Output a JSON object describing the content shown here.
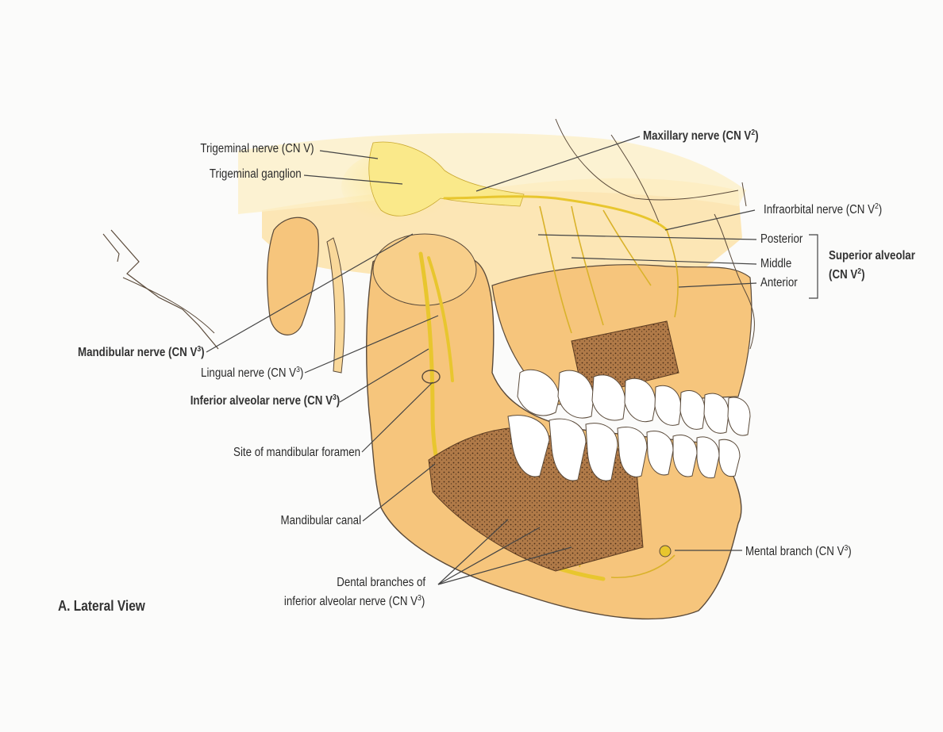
{
  "labels": {
    "trigeminal_nerve": "Trigeminal nerve (CN V)",
    "trigeminal_ganglion": "Trigeminal ganglion",
    "maxillary_nerve": "Maxillary nerve (CN V",
    "maxillary_nerve_sup": "2",
    "infraorbital_nerve": "Infraorbital nerve (CN V",
    "infraorbital_nerve_sup": "2",
    "posterior": "Posterior",
    "middle": "Middle",
    "anterior": "Anterior",
    "superior_alveolar": "Superior alveolar",
    "superior_alveolar_cn": "(CN V",
    "superior_alveolar_sup": "2",
    "mandibular_nerve": "Mandibular nerve (CN V",
    "mandibular_nerve_sup": "3",
    "lingual_nerve": "Lingual nerve (CN V",
    "lingual_nerve_sup": "3",
    "inferior_alveolar_nerve": "Inferior alveolar nerve (CN V",
    "inferior_alveolar_nerve_sup": "3",
    "mandibular_foramen": "Site of mandibular foramen",
    "mandibular_canal": "Mandibular canal",
    "mental_branch": "Mental branch (CN V",
    "mental_branch_sup": "3",
    "dental_branches_line1": "Dental branches of",
    "dental_branches_line2": "inferior alveolar nerve (CN V",
    "dental_branches_sup": "3",
    "close_paren": ")"
  },
  "view_title": "A. Lateral View",
  "colors": {
    "bone": "#f6c57c",
    "bone_light": "#fbe3b0",
    "nerve": "#f2d43a",
    "ganglion": "#fae98a",
    "cancellous": "#8a5a32",
    "outline": "#5a4a3a",
    "tooth": "#ffffff",
    "leader": "#444444"
  }
}
